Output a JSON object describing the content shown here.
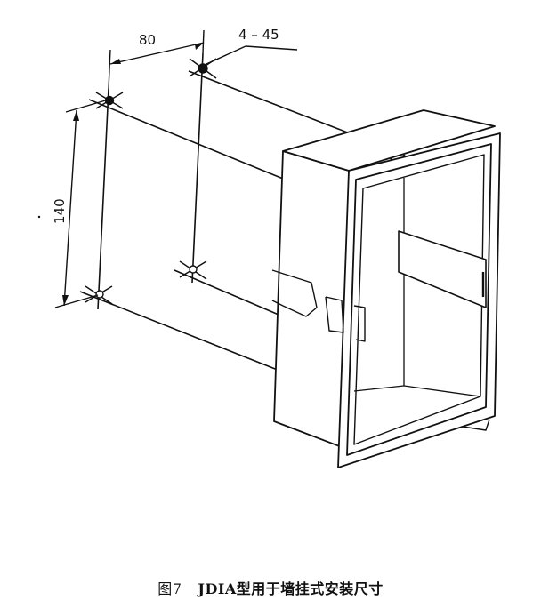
{
  "dimensions": {
    "width_label": "80",
    "height_label": "140",
    "holes_label": "4 – 45"
  },
  "caption": {
    "figure_number": "图7",
    "title": "JDIA型用于墙挂式安装尺寸"
  }
}
